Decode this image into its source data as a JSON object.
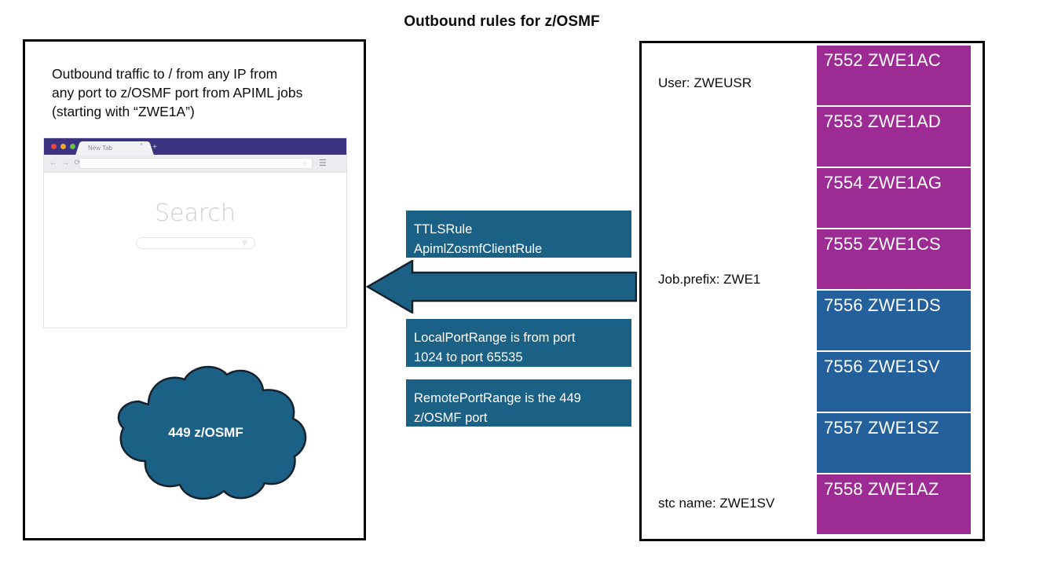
{
  "title": "Outbound rules for z/OSMF",
  "left_panel": {
    "caption": "Outbound traffic to / from any IP from\nany port to z/OSMF port from APIML jobs\n(starting with “ZWE1A”)",
    "browser": {
      "tab_label": "New Tab",
      "tab_close": "×",
      "new_tab_plus": "+",
      "nav_icons": "← → ⟳",
      "url_value": "",
      "star_icon": "☆",
      "menu_icon": "☰",
      "search_word": "Search",
      "search_placeholder": "",
      "search_mag": "⚲"
    },
    "cloud_label": "449 z/OSMF"
  },
  "middle": {
    "arrow_direction": "left",
    "labels": [
      "TTLSRule\nApimlZosmfClientRule",
      "LocalPortRange is from port\n1024 to port 65535",
      "RemotePortRange is the 449\nz/OSMF port"
    ]
  },
  "right_panel": {
    "side_labels": {
      "user": "User: ZWEUSR",
      "job_prefix": "Job.prefix: ZWE1",
      "stc_name": "stc name: ZWE1SV"
    },
    "port_boxes": [
      {
        "label": "7552 ZWE1AC",
        "color": "#9c2c93"
      },
      {
        "label": "7553 ZWE1AD",
        "color": "#9c2c93"
      },
      {
        "label": "7554 ZWE1AG",
        "color": "#9c2c93"
      },
      {
        "label": "7555 ZWE1CS",
        "color": "#9c2c93"
      },
      {
        "label": "7556 ZWE1DS",
        "color": "#23609c"
      },
      {
        "label": "7556 ZWE1SV",
        "color": "#23609c"
      },
      {
        "label": "7557 ZWE1SZ",
        "color": "#23609c"
      },
      {
        "label": "7558 ZWE1AZ",
        "color": "#9c2c93"
      }
    ]
  },
  "colors": {
    "teal": "#1b6085",
    "magenta": "#9c2c93",
    "blue": "#23609c",
    "browser_purple": "#3b3380",
    "panel_border": "#000000"
  }
}
